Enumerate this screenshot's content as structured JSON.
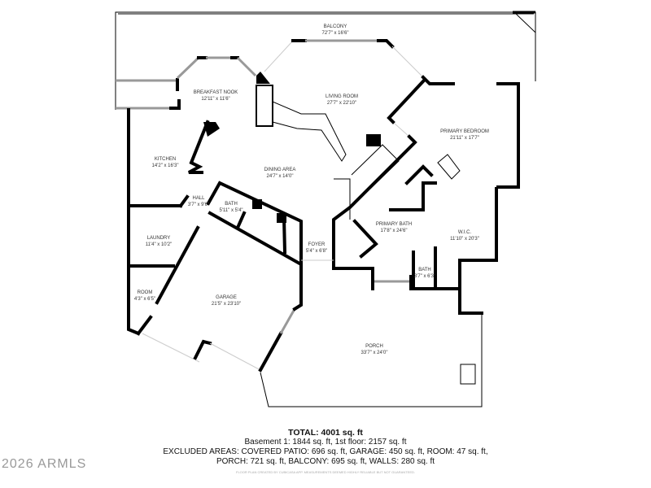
{
  "rooms": [
    {
      "name": "BALCONY",
      "dims": "72'7\" x 16'6\""
    },
    {
      "name": "BREAKFAST NOOK",
      "dims": "12'11\" x 11'6\""
    },
    {
      "name": "LIVING ROOM",
      "dims": "27'7\" x 22'10\""
    },
    {
      "name": "PRIMARY BEDROOM",
      "dims": "21'11\" x 17'7\""
    },
    {
      "name": "KITCHEN",
      "dims": "14'2\" x 16'3\""
    },
    {
      "name": "DINING AREA",
      "dims": "24'7\" x 14'0\""
    },
    {
      "name": "HALL",
      "dims": "3'7\" x 9'6\""
    },
    {
      "name": "BATH",
      "dims": "5'11\" x 5'4\""
    },
    {
      "name": "LAUNDRY",
      "dims": "11'4\" x 10'2\""
    },
    {
      "name": "PRIMARY BATH",
      "dims": "17'8\" x 24'6\""
    },
    {
      "name": "W.I.C.",
      "dims": "11'10\" x 20'3\""
    },
    {
      "name": "FOYER",
      "dims": "5'4\" x 6'8\""
    },
    {
      "name": "BATH",
      "dims": "3'7\" x 6'3\""
    },
    {
      "name": "ROOM",
      "dims": "4'3\" x 6'5\""
    },
    {
      "name": "GARAGE",
      "dims": "21'5\" x 23'10\""
    },
    {
      "name": "PORCH",
      "dims": "33'7\" x 24'0\""
    }
  ],
  "summary": {
    "total": "TOTAL: 4001 sq. ft",
    "line1": "Basement 1: 1844 sq. ft, 1st floor: 2157 sq. ft",
    "line2": "EXCLUDED AREAS: COVERED PATIO: 696 sq. ft, GARAGE: 450 sq. ft, ROOM: 47 sq. ft,",
    "line3": "PORCH: 721 sq. ft, BALCONY: 695 sq. ft, WALLS: 280 sq. ft"
  },
  "disclaimer": "FLOOR PLAN CREATED BY CUBICASA APP. MEASUREMENTS DEEMED HIGHLY RELIABLE BUT NOT GUARANTEED.",
  "watermark": "2026 ARMLS"
}
